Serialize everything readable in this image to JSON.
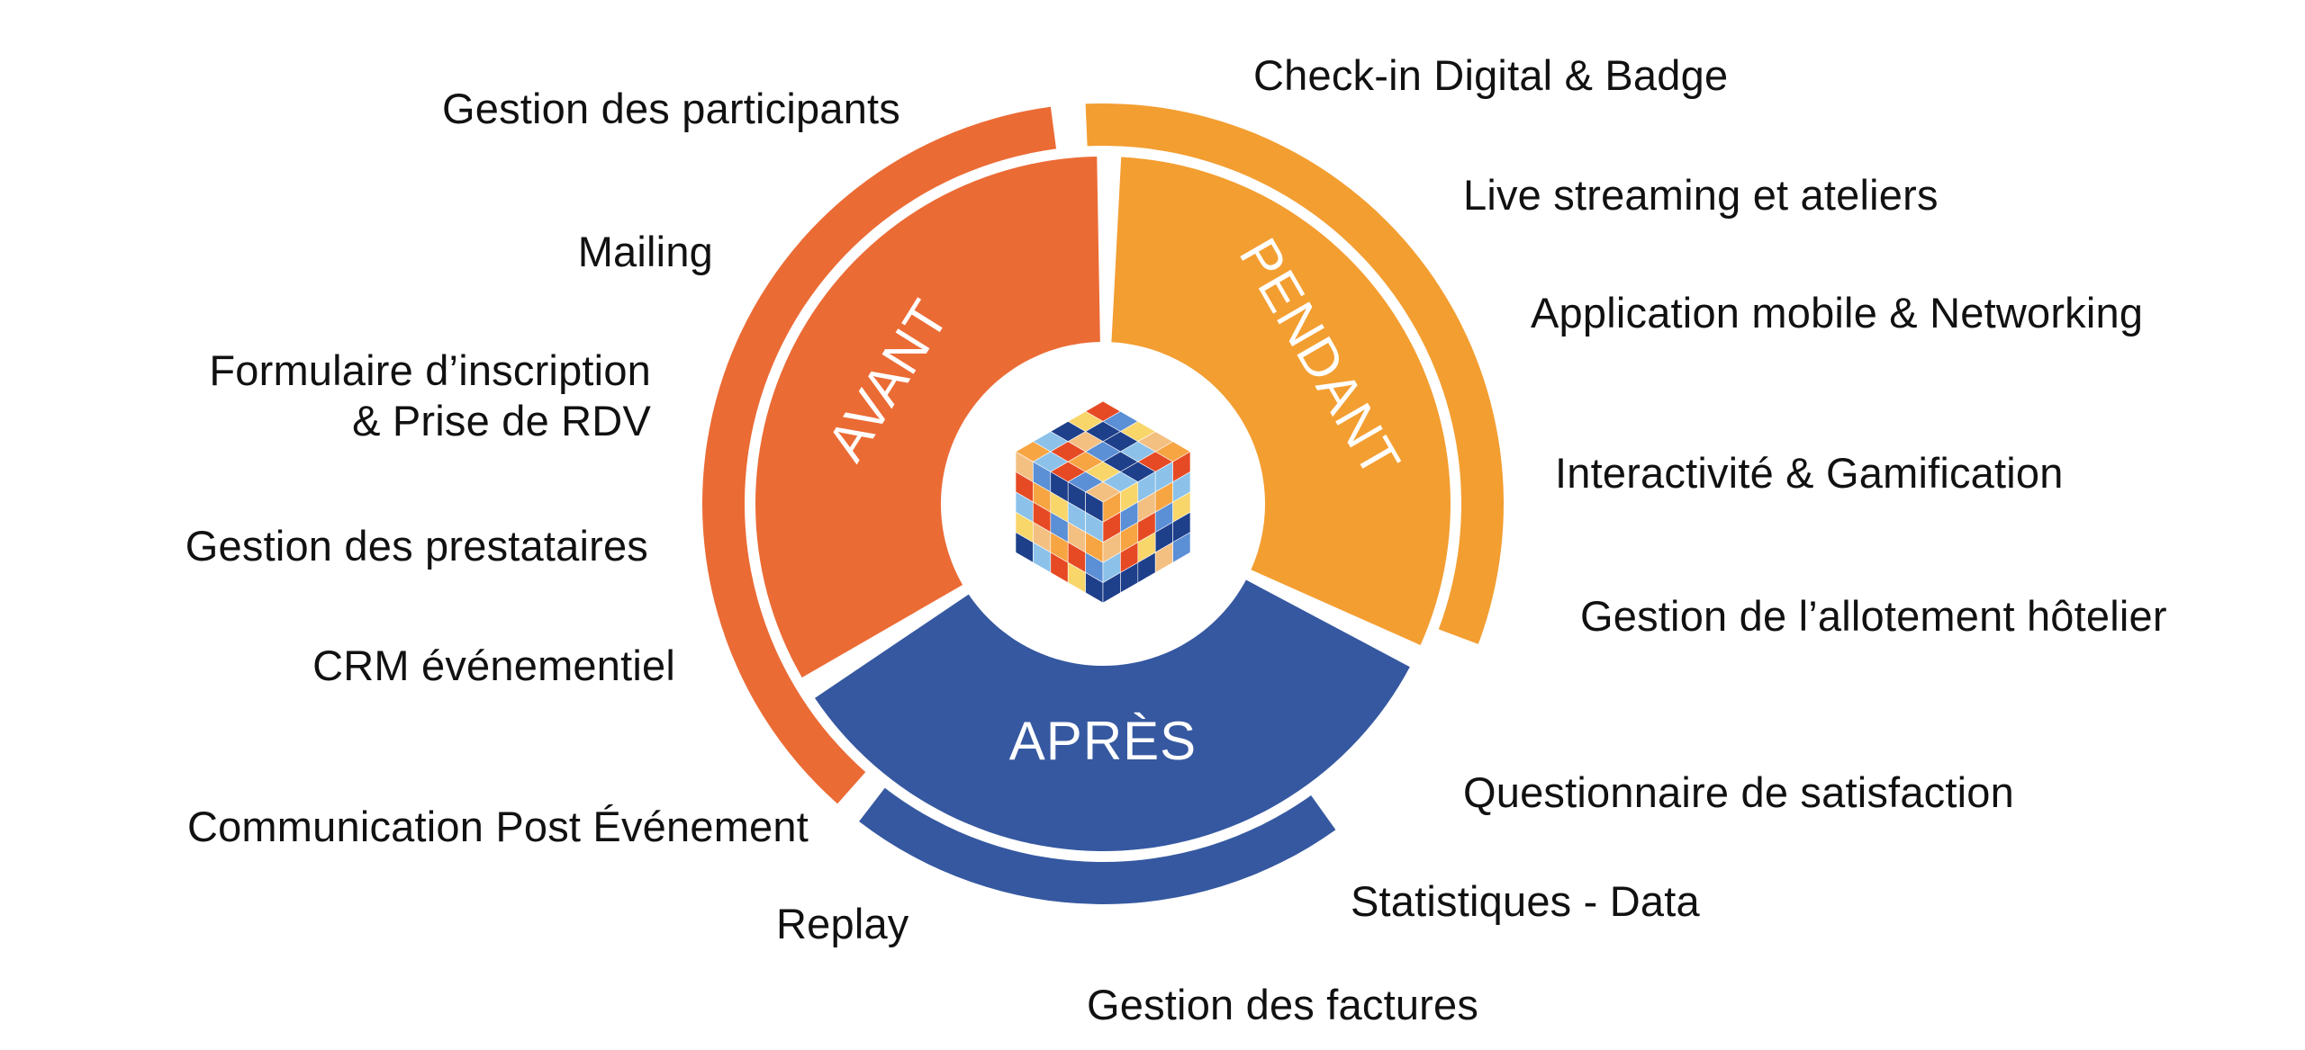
{
  "phases": {
    "avant": {
      "label": "AVANT",
      "color": "#EB6B35"
    },
    "pendant": {
      "label": "PENDANT",
      "color": "#F39E31"
    },
    "apres": {
      "label": "APRÈS",
      "color": "#3558A0"
    }
  },
  "avant_items": [
    "Gestion des participants",
    "Mailing",
    "Formulaire d’inscription",
    "& Prise de RDV",
    "Gestion des prestataires",
    "CRM événementiel"
  ],
  "pendant_items": [
    "Check-in Digital & Badge",
    "Live streaming et ateliers",
    "Application mobile & Networking",
    "Interactivité & Gamification",
    "Gestion de l’allotement hôtelier"
  ],
  "apres_items": [
    "Questionnaire de satisfaction",
    "Statistiques - Data",
    "Gestion des factures",
    "Replay",
    "Communication Post Événement"
  ]
}
